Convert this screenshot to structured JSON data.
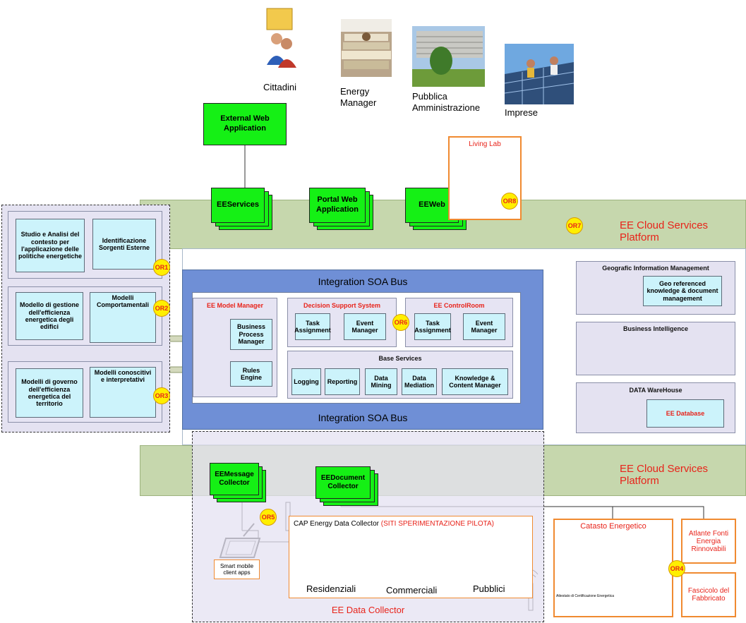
{
  "audience": [
    {
      "label": "Cittadini"
    },
    {
      "label": "Energy\nManager"
    },
    {
      "label": "Pubblica\nAmministrazione"
    },
    {
      "label": "Imprese"
    }
  ],
  "top": {
    "external_web_app": "External Web\nApplication",
    "ee_services": "EEServices",
    "portal_web_app": "Portal Web\nApplication",
    "ee_web": "EEWeb",
    "living_lab": "Living Lab"
  },
  "platform": {
    "title_top": "EE Cloud Services Platform",
    "title_bottom": "EE Cloud Services Platform"
  },
  "badges": {
    "or1": "OR1",
    "or2": "OR2",
    "or3": "OR3",
    "or4": "OR4",
    "or5": "OR5",
    "or6": "OR6",
    "or7": "OR7",
    "or8": "OR8"
  },
  "left_models": {
    "studio": "Studio e Analisi del contesto per l'applicazione delle politiche energetiche",
    "identificazione": "Identificazione Sorgenti Esterne",
    "modello_gestione": "Modello di gestione dell'efficienza energetica degli edifici",
    "comportamentali": "Modelli Comportamentali",
    "modelli_governo": "Modelli di governo dell'efficienza energetica del territorio",
    "conoscitivi": "Modelli conoscitivi e interpretativi"
  },
  "core": {
    "bus_top": "Integration SOA Bus",
    "bus_bottom": "Integration SOA Bus",
    "model_manager": "EE Model Manager",
    "bpm": "Business Process Manager",
    "rules_engine": "Rules Engine",
    "dss": "Decision Support System",
    "controlroom": "EE ControlRoom",
    "task_assignment_1": "Task Assignment",
    "event_manager_1": "Event Manager",
    "task_assignment_2": "Task Assignment",
    "event_manager_2": "Event Manager",
    "base_services": "Base Services",
    "logging": "Logging",
    "reporting": "Reporting",
    "data_mining": "Data Mining",
    "data_mediation": "Data Mediation",
    "knowledge": "Knowledge & Content Manager"
  },
  "right": {
    "gim_title": "Geografic Information Management",
    "gim_box": "Geo referenced knowledge & document management",
    "bi_title": "Business Intelligence",
    "dw_title": "DATA WareHouse",
    "ee_database": "EE Database"
  },
  "collector": {
    "message_collector": "EEMessage\nCollector",
    "document_collector": "EEDocument\nCollector",
    "cap_title": "CAP Energy Data Collector",
    "cap_sites": "(SITI SPERIMENTAZIONE PILOTA)",
    "smart_mobile": "Smart mobile client apps",
    "residenziali": "Residenziali",
    "commerciali": "Commerciali",
    "pubblici": "Pubblici",
    "ee_data_collector": "EE Data Collector"
  },
  "bottom_right": {
    "catasto": "Catasto Energetico",
    "atlante": "Atlante Fonti Energia Rinnovabili",
    "fascicolo": "Fascicolo del Fabbricato",
    "attestato": "Attestato di Certificazione Energetica"
  },
  "colors": {
    "band": "#c6d7ad",
    "green": "#15f015",
    "bus": "#6f8fd6",
    "cyan": "#ccf3fb",
    "red_text": "#e8231a",
    "badge": "#ffef00",
    "orange_border": "#f08a30"
  }
}
